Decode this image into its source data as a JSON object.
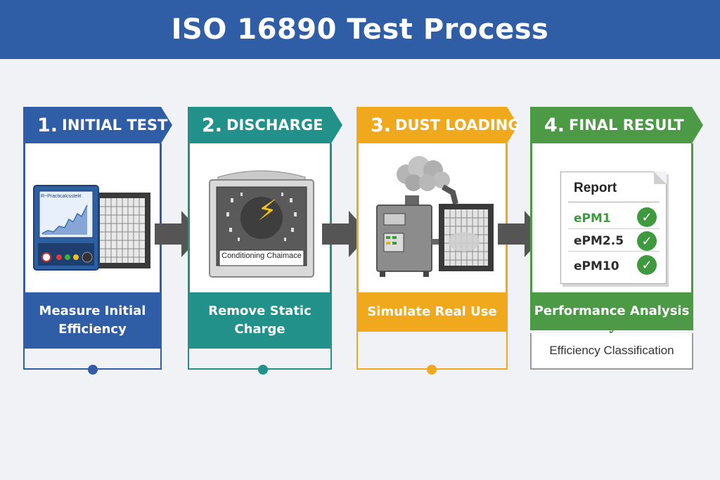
{
  "title": "ISO 16890 Test Process",
  "steps": [
    {
      "number": "1.",
      "label": "INITIAL TEST",
      "caption_line1": "Measure Initial",
      "caption_line2": "Efficiency",
      "color": "#2f5da6",
      "device_screen_label": "R~Practicalcsstelit"
    },
    {
      "number": "2.",
      "label": "DISCHARGE",
      "caption_line1": "Remove Static",
      "caption_line2": "Charge",
      "color": "#21918a",
      "chamber_label": "Conditioning Chaimace"
    },
    {
      "number": "3.",
      "label": "DUST LOADING",
      "caption_line1": "Simulate Real Use",
      "caption_line2": "",
      "color": "#f0a81d"
    },
    {
      "number": "4.",
      "label": "FINAL RESULT",
      "caption_line1": "Performance Analysis",
      "caption_line2": "",
      "color": "#4d9a46",
      "sub_caption": "Efficiency Classification"
    }
  ],
  "report": {
    "title": "Report",
    "items": [
      {
        "label": "ePM1",
        "color": "#3f9a3f"
      },
      {
        "label": "ePM2.5",
        "color": "#2d2d2d"
      },
      {
        "label": "ePM10",
        "color": "#2d2d2d"
      }
    ]
  },
  "icons": {
    "check": "✓",
    "lightning": "⚡"
  }
}
